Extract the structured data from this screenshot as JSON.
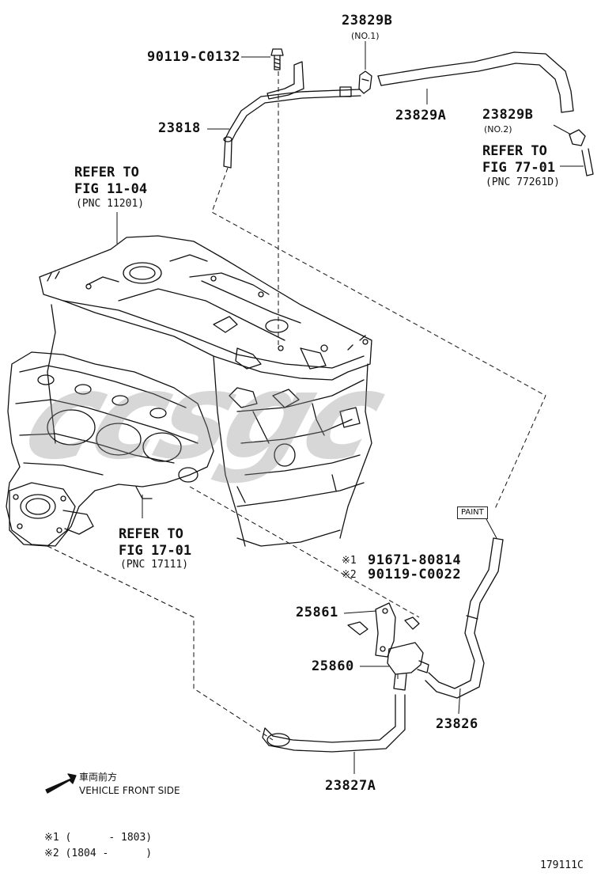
{
  "labels": {
    "p90119_c0132": "90119-C0132",
    "p23829b_top": "23829B",
    "p23829b_top_note": "(NO.1)",
    "p23829a": "23829A",
    "p23818": "23818",
    "p23829b_right": "23829B",
    "p23829b_right_note": "(NO.2)",
    "p91671": "91671-80814",
    "p90119_c0022": "90119-C0022",
    "p25861": "25861",
    "p25860": "25860",
    "p23826": "23826",
    "p23827a": "23827A",
    "mark1": "※1",
    "mark2": "※2"
  },
  "refs": {
    "ref_11_04": "REFER TO\nFIG 11-04",
    "ref_11_04_pnc": "(PNC 11201)",
    "ref_77_01": "REFER TO\nFIG 77-01",
    "ref_77_01_pnc": "(PNC 77261D)",
    "ref_17_01": "REFER TO\nFIG 17-01",
    "ref_17_01_pnc": "(PNC 17111)"
  },
  "paint_tag": "PAINT",
  "front": {
    "jp": "車両前方",
    "en": "VEHICLE FRONT SIDE"
  },
  "notes": {
    "n1": "※1 (      - 1803)",
    "n2": "※2 (1804 -      )"
  },
  "figure_code": "179111C",
  "watermark": "ccsgc"
}
